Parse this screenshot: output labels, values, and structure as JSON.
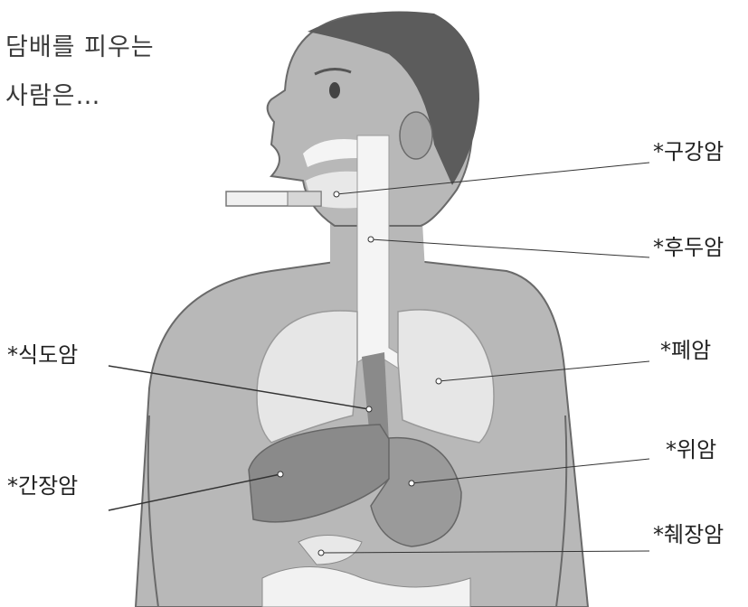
{
  "intro": {
    "line1": "담배를 피우는",
    "line2": "사람은…"
  },
  "labels": {
    "oral": "*구강암",
    "larynx": "*후두암",
    "lung": "*폐암",
    "esophagus": "*식도암",
    "stomach": "*위암",
    "liver": "*간장암",
    "pancreas": "*췌장암"
  },
  "colors": {
    "skin": "#b8b8b8",
    "hair": "#5c5c5c",
    "lung": "#e6e6e6",
    "organ_dark": "#8a8a8a",
    "airway": "#f4f4f4",
    "cigarette": "#f0f0f0",
    "line": "#333333"
  }
}
